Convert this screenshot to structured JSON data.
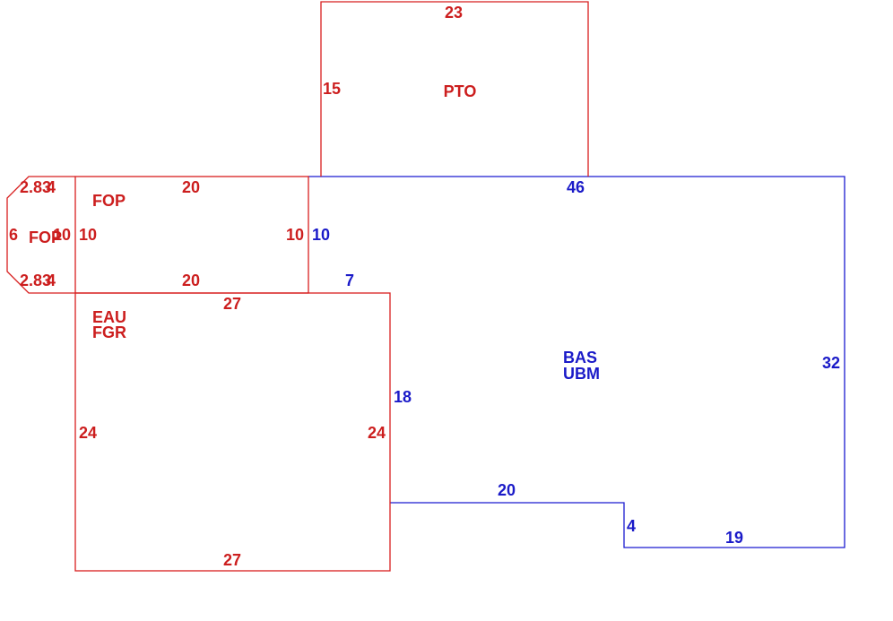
{
  "colors": {
    "red": "#d81e1e",
    "blue": "#1a1ad0",
    "background": "#ffffff"
  },
  "areas": {
    "pto": {
      "code": "PTO"
    },
    "fop_main": {
      "code": "FOP"
    },
    "fop_side": {
      "code": "FOP"
    },
    "eau": {
      "code1": "EAU",
      "code2": "FGR"
    },
    "bas": {
      "code1": "BAS",
      "code2": "UBM"
    }
  },
  "dimensions": {
    "pto_top": "23",
    "pto_left": "15",
    "fop_top": "20",
    "fop_left": "10",
    "fop_right": "10",
    "fop_bottom": "20",
    "side_top_diag": "2.83",
    "side_top_edge": "4",
    "side_left": "6",
    "side_right": "10",
    "side_bottom_diag": "2.83",
    "side_bottom_edge": "4",
    "eau_top": "27",
    "eau_left": "24",
    "eau_right": "24",
    "eau_bottom": "27",
    "bas_top": "46",
    "bas_left_upper": "10",
    "bas_notch_top": "7",
    "bas_notch_side": "18",
    "bas_right": "32",
    "bas_step_top": "20",
    "bas_step_side": "4",
    "bas_bottom": "19"
  }
}
